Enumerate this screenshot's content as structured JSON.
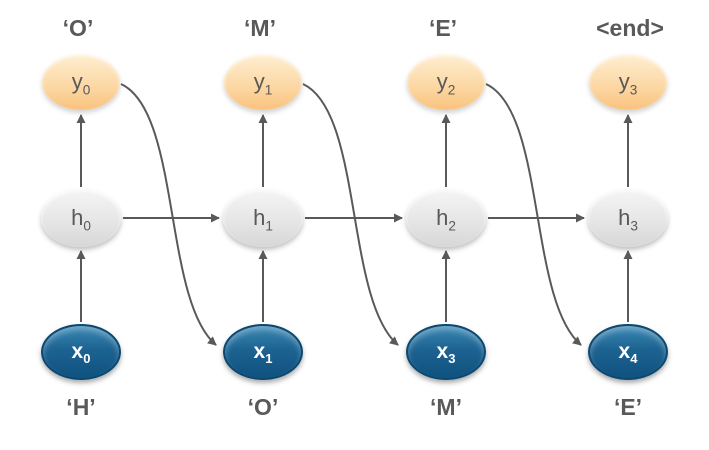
{
  "diagram": {
    "type": "rnn-unrolled-sequence",
    "background": "#ffffff",
    "columns": [
      {
        "output_label": "‘O’",
        "y": {
          "base": "y",
          "sub": "0"
        },
        "h": {
          "base": "h",
          "sub": "0"
        },
        "x": {
          "base": "x",
          "sub": "0"
        },
        "input_label": "‘H’"
      },
      {
        "output_label": "‘M’",
        "y": {
          "base": "y",
          "sub": "1"
        },
        "h": {
          "base": "h",
          "sub": "1"
        },
        "x": {
          "base": "x",
          "sub": "1"
        },
        "input_label": "‘O’"
      },
      {
        "output_label": "‘E’",
        "y": {
          "base": "y",
          "sub": "2"
        },
        "h": {
          "base": "h",
          "sub": "2"
        },
        "x": {
          "base": "x",
          "sub": "3"
        },
        "input_label": "‘M’"
      },
      {
        "output_label": "<end>",
        "y": {
          "base": "y",
          "sub": "3"
        },
        "h": {
          "base": "h",
          "sub": "3"
        },
        "x": {
          "base": "x",
          "sub": "4"
        },
        "input_label": "‘E’"
      }
    ],
    "edges": [
      {
        "from": "x0",
        "to": "h0",
        "kind": "input-to-hidden"
      },
      {
        "from": "x1",
        "to": "h1",
        "kind": "input-to-hidden"
      },
      {
        "from": "x3",
        "to": "h2",
        "kind": "input-to-hidden"
      },
      {
        "from": "x4",
        "to": "h3",
        "kind": "input-to-hidden"
      },
      {
        "from": "h0",
        "to": "y0",
        "kind": "hidden-to-output"
      },
      {
        "from": "h1",
        "to": "y1",
        "kind": "hidden-to-output"
      },
      {
        "from": "h2",
        "to": "y2",
        "kind": "hidden-to-output"
      },
      {
        "from": "h3",
        "to": "y3",
        "kind": "hidden-to-output"
      },
      {
        "from": "h0",
        "to": "h1",
        "kind": "hidden-to-hidden"
      },
      {
        "from": "h1",
        "to": "h2",
        "kind": "hidden-to-hidden"
      },
      {
        "from": "h2",
        "to": "h3",
        "kind": "hidden-to-hidden"
      },
      {
        "from": "y0",
        "to": "x1",
        "kind": "output-feedback"
      },
      {
        "from": "y1",
        "to": "x3",
        "kind": "output-feedback"
      },
      {
        "from": "y2",
        "to": "x4",
        "kind": "output-feedback"
      }
    ],
    "colors": {
      "input_node": "#1d6392",
      "input_node_border": "#0d4871",
      "hidden_node": "#e6e6e6",
      "output_node": "#fcd9a6",
      "arrow": "#595959",
      "label_text": "#595959",
      "input_text": "#ffffff"
    }
  }
}
